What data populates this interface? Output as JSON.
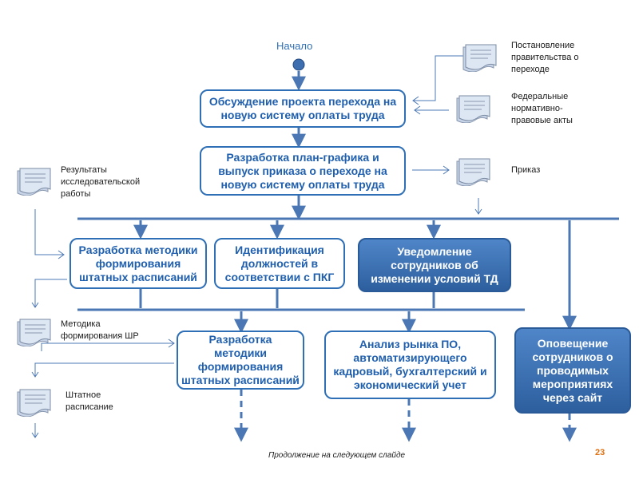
{
  "start": {
    "label": "Начало"
  },
  "boxes": {
    "discuss": "Обсуждение проекта перехода на новую систему оплаты труда",
    "schedule": "Разработка план-графика и выпуск приказа о переходе на новую систему оплаты труда",
    "method1": "Разработка методики формирования штатных расписаний",
    "identify": "Идентификация должностей в соответствии с ПКГ",
    "notify_td": "Уведомление сотрудников об изменении условий ТД",
    "method2": "Разработка методики формирования штатных расписаний",
    "software": "Анализ рынка ПО, автоматизирующего кадровый, бухгалтерский и экономический учет",
    "inform": "Оповещение сотрудников о проводимых мероприятиях через сайт"
  },
  "documents": {
    "gov_resolution": "Постановление правительства о переходе",
    "federal_acts": "Федеральные нормативно-правовые акты",
    "order": "Приказ",
    "research": "Результаты исследовательской работы",
    "methodology": "Методика формирования ШР",
    "staffing": "Штатное расписание"
  },
  "footer": {
    "continuation": "Продолжение на следующем слайде",
    "page_number": "23"
  },
  "colors": {
    "accent": "#2f6fb6",
    "line": "#4b78b5",
    "dark_box_top": "#4f86c9",
    "dark_box_bottom": "#2d5f9e",
    "page_number": "#e07010"
  }
}
